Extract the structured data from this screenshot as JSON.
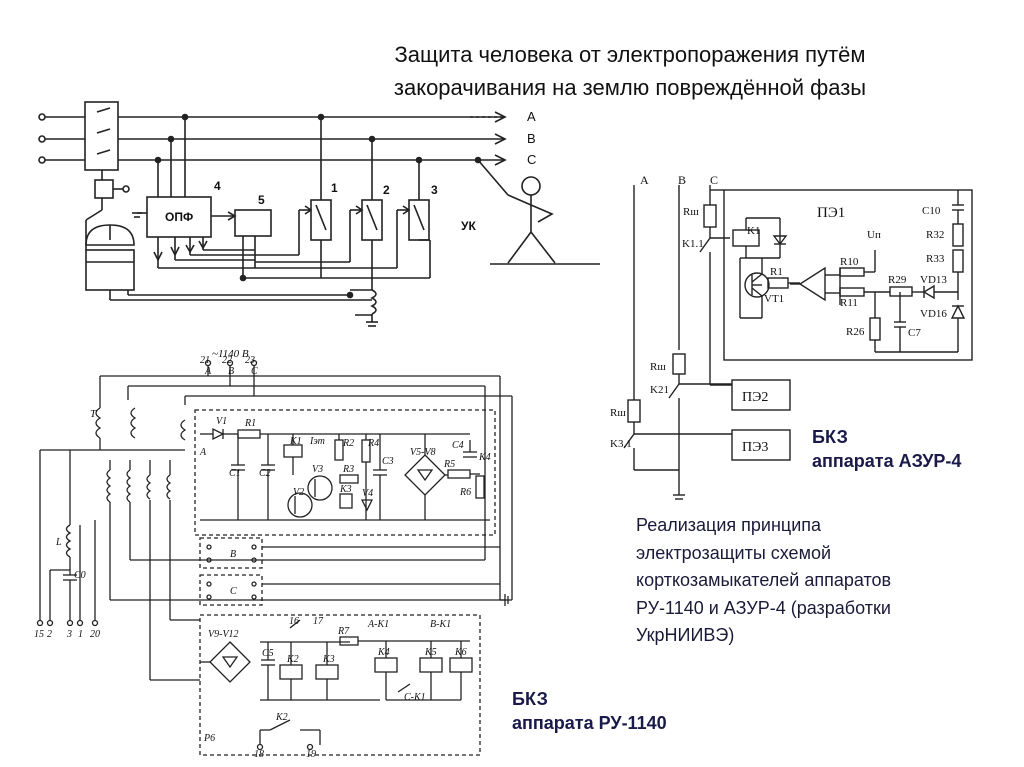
{
  "title": {
    "line1": "Защита человека от электропоражения путём",
    "line2": "закорачивания на землю повреждённой фазы"
  },
  "diagram_top": {
    "phases": [
      "A",
      "B",
      "C"
    ],
    "opf": "ОПФ",
    "node_labels": [
      "4",
      "5",
      "1",
      "2",
      "3"
    ],
    "uk": "УК"
  },
  "diagram_azur": {
    "phases": [
      "A",
      "B",
      "C"
    ],
    "pe1": "ПЭ1",
    "pe2": "ПЭ2",
    "pe3": "ПЭ3",
    "labels": {
      "rsh1": "Rш",
      "rsh2": "Rш",
      "rsh3": "Rш",
      "k11": "K1.1",
      "k21": "K21",
      "k31": "K3.1",
      "k1": "K1",
      "r1": "R1",
      "vt1": "VT1",
      "un": "Uп",
      "r10": "R10",
      "r11": "R11",
      "r29": "R29",
      "vd13": "VD13",
      "r26": "R26",
      "c7": "C7",
      "c10": "C10",
      "r32": "R32",
      "r33": "R33",
      "vd16": "VD16"
    }
  },
  "diagram_ru": {
    "voltage": "~1140 В",
    "terminals_top": [
      "21",
      "22",
      "23"
    ],
    "phase_letters": [
      "A",
      "B",
      "C"
    ],
    "t": "T",
    "labels": [
      "V1",
      "R1",
      "K1",
      "Iэт",
      "R2",
      "R4",
      "V5-V8",
      "C4",
      "K4",
      "C1",
      "C2",
      "V3",
      "R3",
      "C3",
      "R5",
      "R6",
      "V2",
      "K3",
      "V4",
      "L",
      "C0",
      "A",
      "B",
      "C",
      "V9-V12",
      "C5",
      "K2",
      "K3",
      "R7",
      "A-K1",
      "B-K1",
      "K4",
      "K5",
      "K6",
      "C-K1",
      "K2",
      "P6",
      "16",
      "17"
    ],
    "bottom_terminals": [
      "15",
      "2",
      "3",
      "1",
      "20"
    ],
    "switch_terminals": [
      "18",
      "19"
    ]
  },
  "captions": {
    "azur_line1": "БКЗ",
    "azur_line2": "аппарата АЗУР-4",
    "ru_line1": "БКЗ",
    "ru_line2": "аппарата РУ-1140"
  },
  "description": {
    "line1": "Реализация принципа",
    "line2": "электрозащиты схемой",
    "line3": "корткозамыкателей аппаратов",
    "line4": "РУ-1140 и АЗУР-4 (разработки",
    "line5": "УкрНИИВЭ)"
  },
  "colors": {
    "text": "#111111",
    "caption": "#1a1a4a",
    "line": "#222222"
  }
}
